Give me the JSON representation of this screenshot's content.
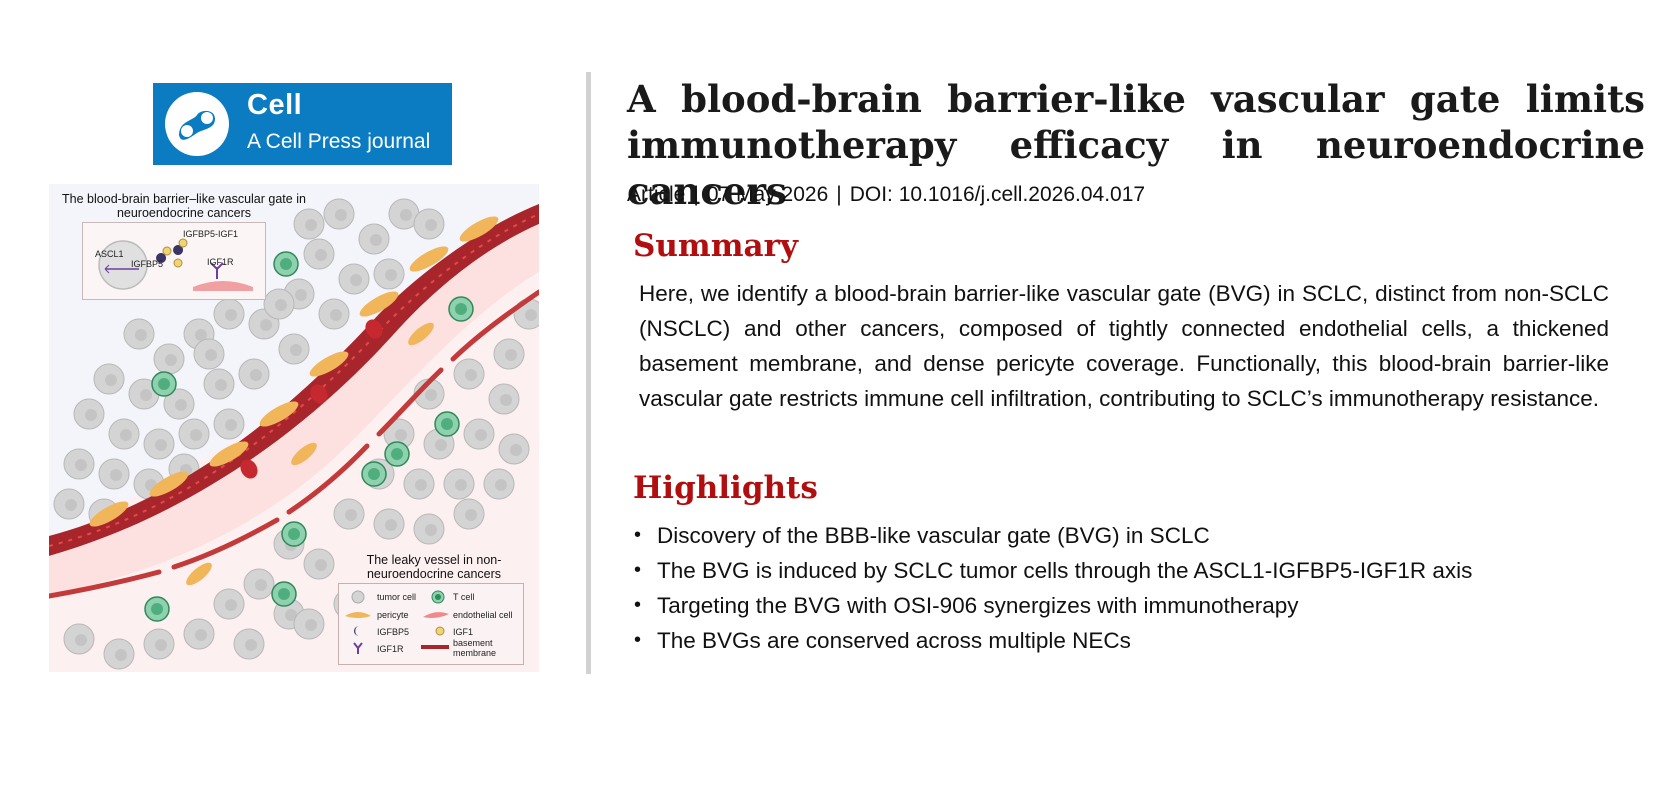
{
  "journal": {
    "name": "Cell",
    "tagline": "A Cell Press journal",
    "brand_color": "#0b7cc1",
    "icon": "cell-press-logo-icon"
  },
  "graphical_abstract": {
    "title": "The blood-brain barrier–like vascular gate in neuroendocrine cancers",
    "inset_labels": {
      "gene": "ASCL1",
      "product": "IGFBP5",
      "complex": "IGFBP5-IGF1",
      "receptor": "IGF1R"
    },
    "leaky_title": "The leaky vessel in non-neuroendocrine cancers",
    "legend": [
      {
        "label": "tumor cell",
        "icon": "tumor-cell-icon"
      },
      {
        "label": "T cell",
        "icon": "t-cell-icon"
      },
      {
        "label": "pericyte",
        "icon": "pericyte-icon"
      },
      {
        "label": "endothelial cell",
        "icon": "endothelial-cell-icon"
      },
      {
        "label": "IGFBP5",
        "icon": "igfbp5-icon"
      },
      {
        "label": "IGF1",
        "icon": "igf1-icon"
      },
      {
        "label": "IGF1R",
        "icon": "igf1r-icon"
      },
      {
        "label": "basement membrane",
        "icon": "basement-membrane-icon"
      }
    ],
    "colors": {
      "vessel_wall": "#a8262b",
      "lumen": "#fde3e3",
      "pericyte": "#f1b55a",
      "tumor_cell": "#d4d4d4",
      "t_cell": "#4fae7e",
      "rbc": "#c62830"
    }
  },
  "article": {
    "title": "A blood-brain barrier-like vascular gate limits immunotherapy efficacy in neuroendocrine cancers",
    "type": "Article",
    "date": "07 May 2026",
    "doi": "DOI: 10.1016/j.cell.2026.04.017"
  },
  "summary": {
    "heading": "Summary",
    "text": "Here, we identify a blood-brain barrier-like vascular gate (BVG) in SCLC, distinct from non-SCLC (NSCLC) and other cancers, composed of tightly connected endothelial cells, a thickened basement membrane, and dense pericyte coverage. Functionally, this blood-brain barrier-like vascular gate restricts immune cell infiltration, contributing to SCLC’s immunotherapy resistance."
  },
  "highlights": {
    "heading": "Highlights",
    "items": [
      "Discovery of the BBB-like vascular gate (BVG) in SCLC",
      "The BVG is induced by SCLC tumor cells through the ASCL1-IGFBP5-IGF1R axis",
      "Targeting the BVG with OSI-906 synergizes with immunotherapy",
      "The BVGs are conserved across multiple NECs"
    ]
  },
  "accent_color": "#b10e10"
}
